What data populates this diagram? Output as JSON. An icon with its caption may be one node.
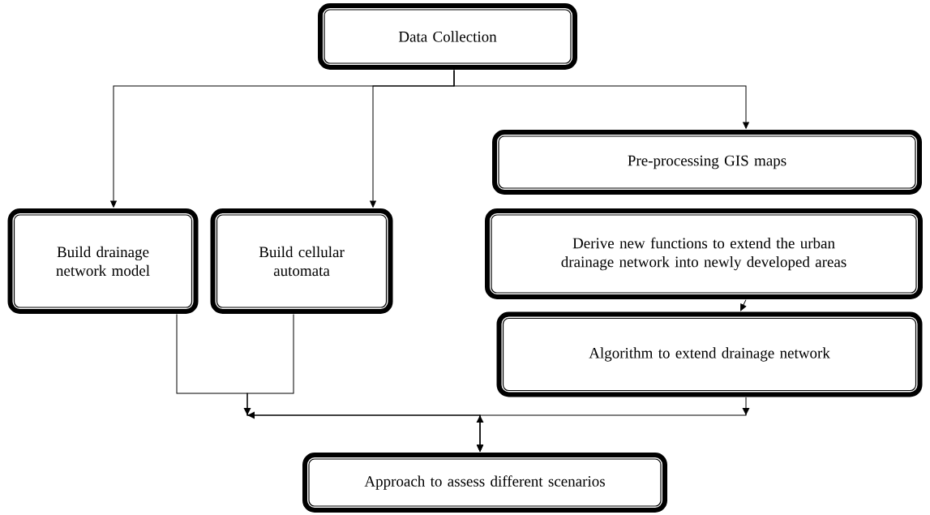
{
  "diagram": {
    "nodes": [
      {
        "text": [
          "Data Collection"
        ]
      },
      {
        "text": [
          "Build drainage network model"
        ]
      },
      {
        "text": [
          "Build cellular automata"
        ]
      },
      {
        "text": [
          "Pre-processing GIS maps"
        ]
      },
      {
        "text": [
          "Derive new functions to extend the urban drainage network into newly developed areas"
        ]
      },
      {
        "text": [
          "Algorithm to extend drainage network"
        ]
      },
      {
        "text": [
          "Approach to assess different scenarios"
        ]
      }
    ],
    "edges": [
      {
        "from": 0,
        "to": 1,
        "arrow": "to"
      },
      {
        "from": 0,
        "to": 2,
        "arrow": "to"
      },
      {
        "from": 0,
        "to": 3,
        "arrow": "to"
      },
      {
        "from": 4,
        "to": 5,
        "arrow": "to"
      },
      {
        "from": 1,
        "to": 6,
        "arrow": "to"
      },
      {
        "from": 2,
        "to": 6,
        "arrow": "to"
      },
      {
        "from": 5,
        "to": 6,
        "arrow": "to"
      }
    ]
  }
}
